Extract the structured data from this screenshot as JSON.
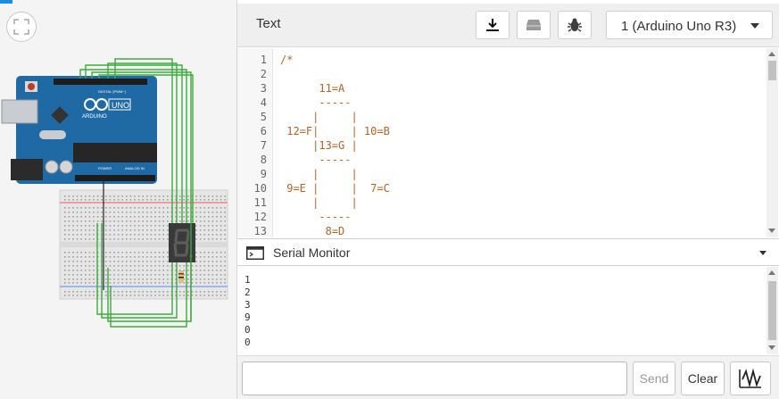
{
  "toolbar": {
    "mode": "Text",
    "board": "1 (Arduino Uno R3)",
    "icons": [
      "upload-download-icon",
      "library-icon",
      "debug-bug-icon"
    ]
  },
  "board_labels": {
    "brand": "ARDUINO",
    "model": "UNO",
    "digital": "DIGITAL (PWM~)",
    "power": "POWER",
    "analog": "ANALOG IN"
  },
  "code": {
    "line_numbers": [
      "1",
      "2",
      "3",
      "4",
      "5",
      "6",
      "7",
      "8",
      "9",
      "10",
      "11",
      "12",
      "13"
    ],
    "lines": [
      "/*",
      "",
      "      11=A",
      "      -----",
      "     |     |",
      " 12=F|     | 10=B",
      "     |13=G |",
      "      -----",
      "     |     |",
      " 9=E |     |  7=C",
      "     |     |",
      "      -----",
      "       8=D"
    ]
  },
  "serial": {
    "title": "Serial Monitor",
    "output": [
      "1",
      "2",
      "3",
      "9",
      "0",
      "0"
    ],
    "input_value": "",
    "send_label": "Send",
    "clear_label": "Clear"
  },
  "colors": {
    "wire": "#3cab3c",
    "board": "#1f6aa5",
    "accent": "#1a8ddf",
    "code_text": "#b0642a"
  }
}
